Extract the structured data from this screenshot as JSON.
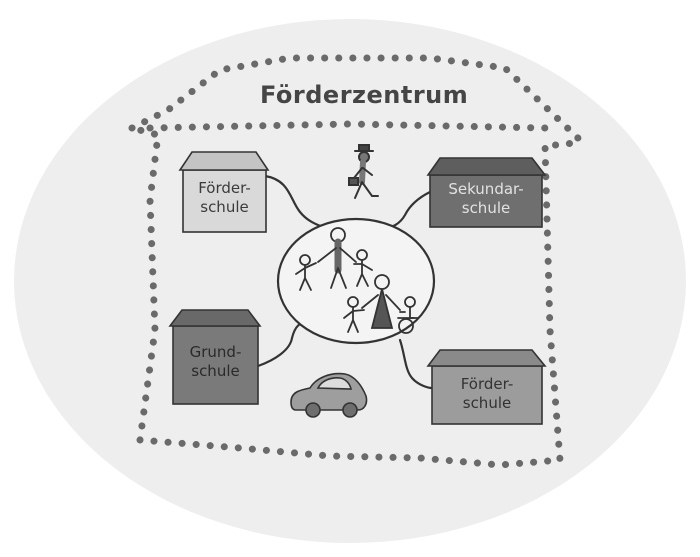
{
  "title": "Förderzentrum",
  "schools": [
    {
      "line1": "Förder-",
      "line2": "schule",
      "shade": "#d9d9d9"
    },
    {
      "line1": "Sekundar-",
      "line2": "schule",
      "shade": "#6f6f6f"
    },
    {
      "line1": "Grund-",
      "line2": "schule",
      "shade": "#7a7a7a"
    },
    {
      "line1": "Förder-",
      "line2": "schule",
      "shade": "#9c9c9c"
    }
  ],
  "colors": {
    "background_ellipse": "#eeeeee",
    "dots": "#6a6a6a",
    "lines": "#333333"
  }
}
